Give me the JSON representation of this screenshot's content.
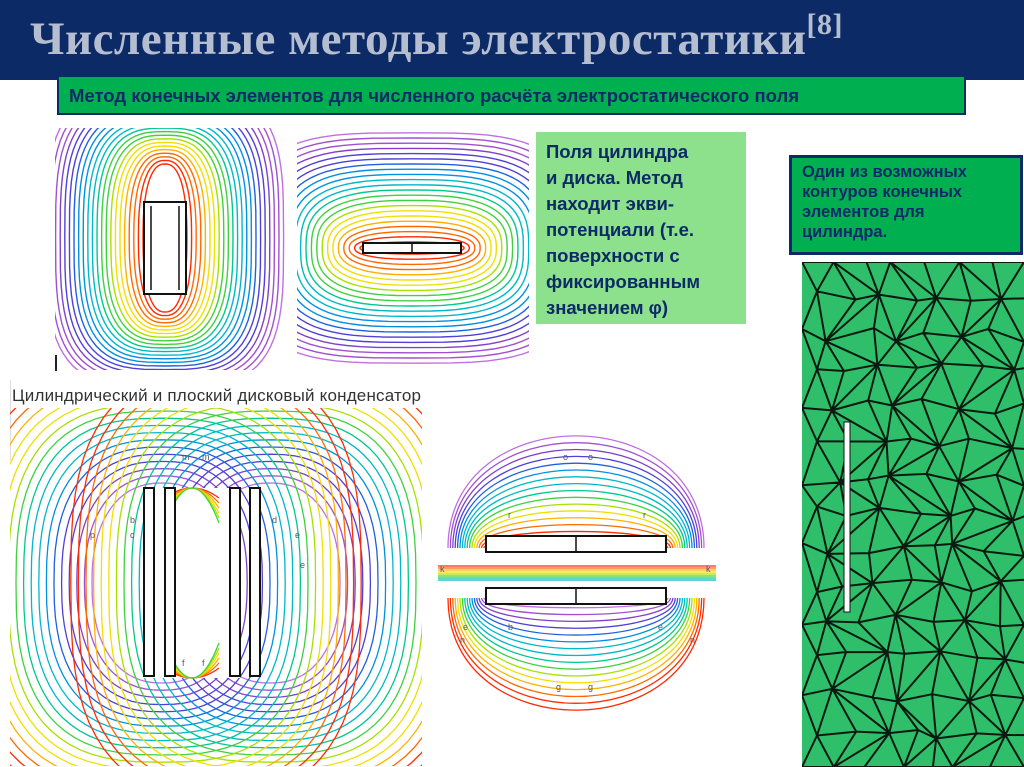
{
  "slide": {
    "title": "Численные методы электростатики",
    "title_ref": "[8]",
    "subtitle": "Метод конечных элементов для численного расчёта электростатического поля",
    "description": "Поля цилиндра\nи диска. Метод\nнаходит экви-\nпотенциали (т.е.\nповерхности с\nфиксированным\nзначением φ)",
    "mesh_caption": "Один из возможных\nконтуров конечных\nэлементов для\nцилиндра.",
    "figure_caption": "Цилиндрический и плоский дисковый конденсатор"
  },
  "colors": {
    "header_bg": "#0c2b66",
    "title_text": "#b5bdd0",
    "subtitle_bg": "#00b050",
    "description_bg": "#8de08c",
    "mesh_bg": "#2fbf6a",
    "text_dark": "#0c2b66"
  },
  "contour_colors": [
    "#ff2a00",
    "#ff6a00",
    "#ffb000",
    "#f0e000",
    "#a8e000",
    "#40d040",
    "#00c890",
    "#00b8c8",
    "#0090e0",
    "#2060e0",
    "#5040d8",
    "#8040c8",
    "#a050d0",
    "#c070e0"
  ],
  "plots": {
    "left_labels": [
      "m",
      "m",
      "b",
      "c",
      "d",
      "p",
      "e",
      "e",
      "f",
      "f"
    ],
    "right_labels": [
      "o",
      "o",
      "r",
      "r",
      "k",
      "k",
      "e",
      "b",
      "e",
      "g",
      "g",
      "n",
      "n"
    ]
  }
}
